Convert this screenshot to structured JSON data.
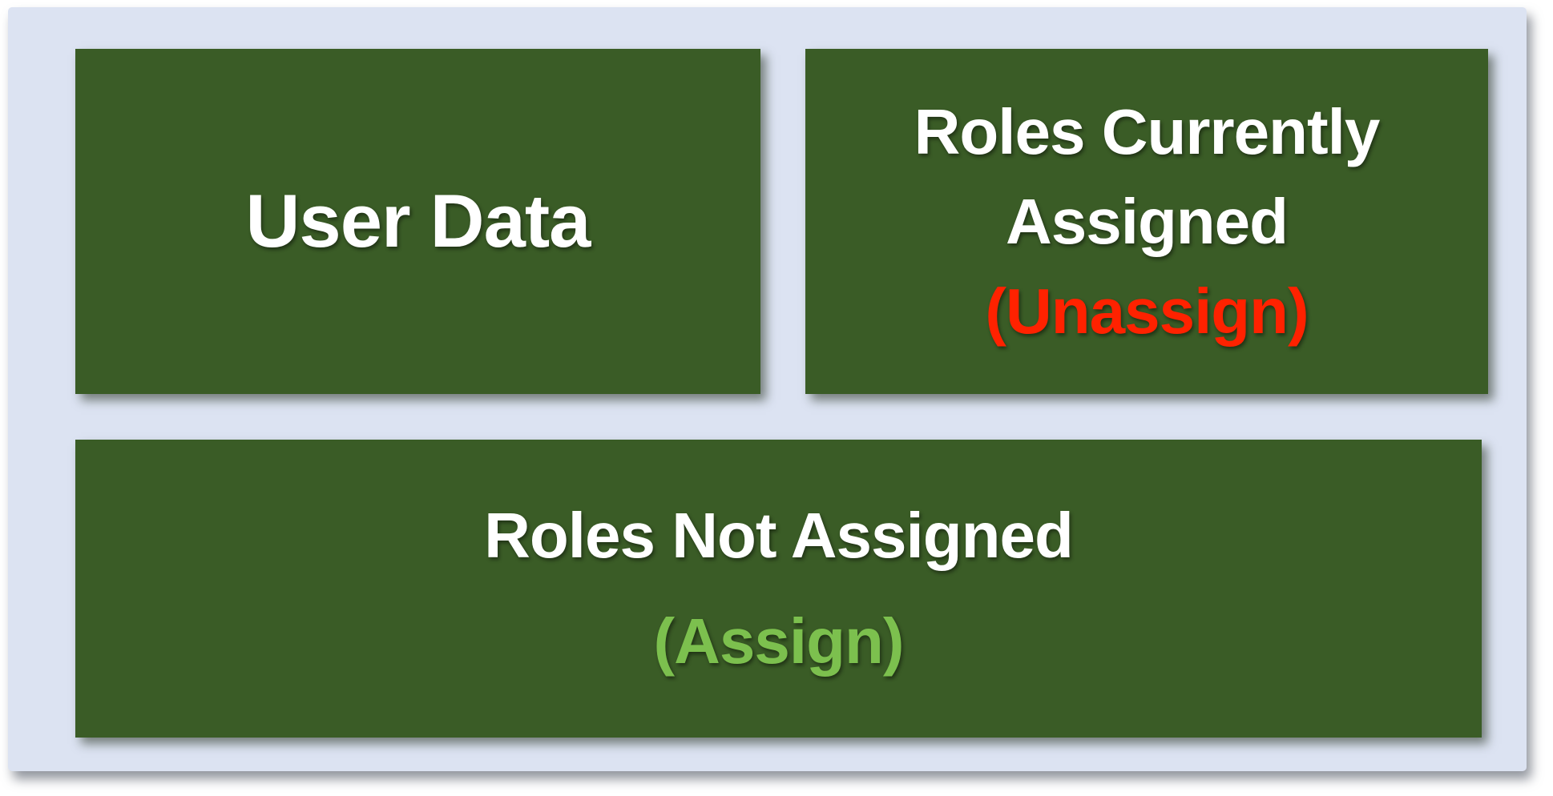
{
  "diagram": {
    "colors": {
      "panel_bg": "#dce3f2",
      "box_bg": "#3a5c26",
      "title_text": "#ffffff",
      "unassign_red": "#ff2200",
      "assign_green": "#7cc04e"
    },
    "boxes": {
      "user_data": {
        "title": "User Data",
        "title_color": "#ffffff"
      },
      "roles_assigned": {
        "line1": "Roles Currently",
        "line2": "Assigned",
        "action": "(Unassign)",
        "action_color": "#ff2200",
        "text_color": "#ffffff"
      },
      "roles_not_assigned": {
        "line1": "Roles Not Assigned",
        "action": "(Assign)",
        "action_color": "#7cc04e",
        "text_color": "#ffffff"
      }
    }
  }
}
